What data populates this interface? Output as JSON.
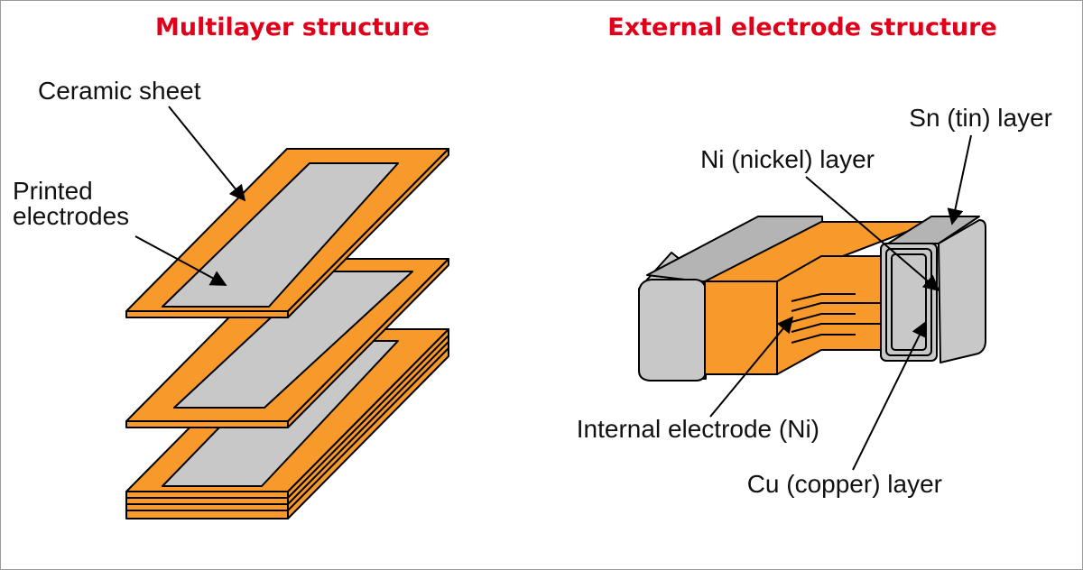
{
  "titles": {
    "left": "Multilayer structure",
    "right": "External electrode structure"
  },
  "labels": {
    "ceramic_sheet": "Ceramic sheet",
    "printed_electrodes_line1": "Printed",
    "printed_electrodes_line2": "electrodes",
    "sn_layer": "Sn (tin) layer",
    "ni_layer": "Ni (nickel) layer",
    "internal_electrode": "Internal electrode (Ni)",
    "cu_layer": "Cu (copper) layer"
  },
  "colors": {
    "title": "#e1001a",
    "ceramic": "#f7992b",
    "electrode": "#c8c8c8",
    "outline": "#000000"
  }
}
